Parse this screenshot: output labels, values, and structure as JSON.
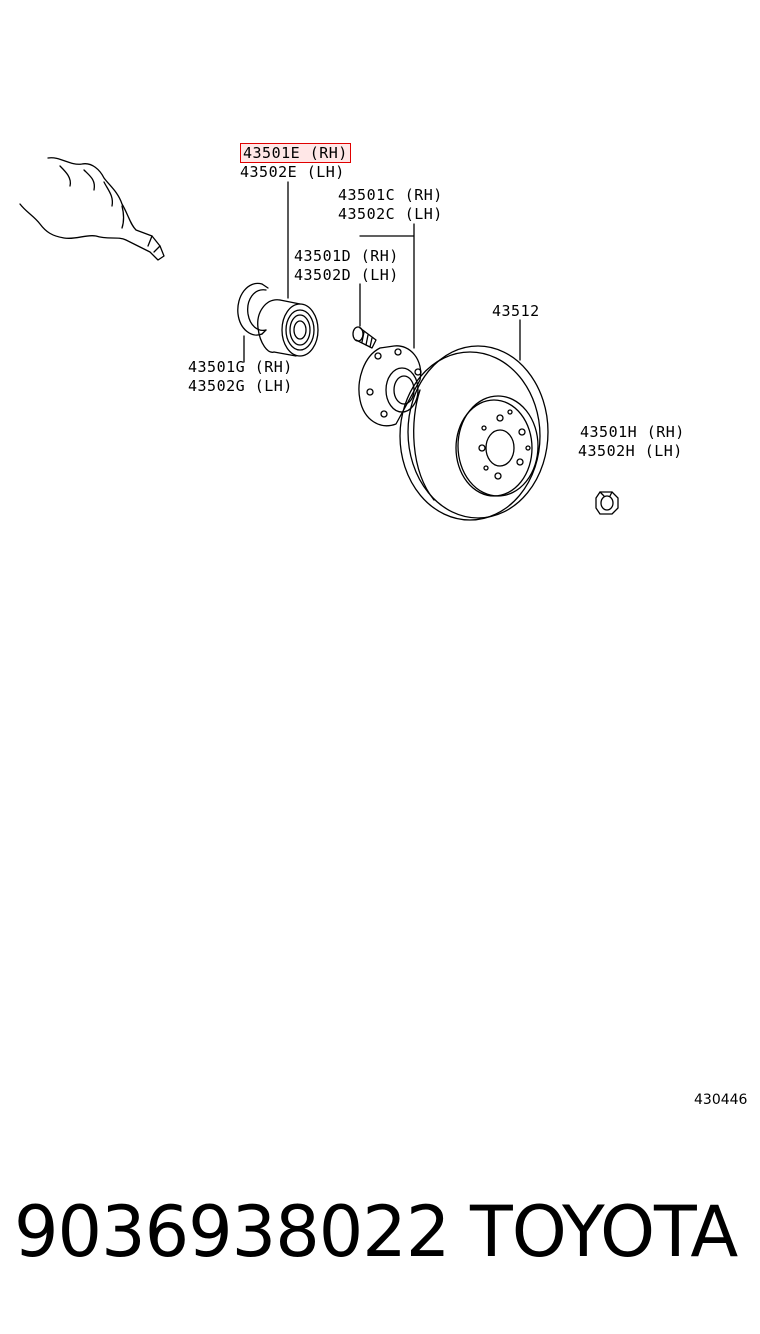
{
  "labels": {
    "p43501E": "43501E (RH)",
    "p43502E": "43502E (LH)",
    "p43501C": "43501C (RH)",
    "p43502C": "43502C (LH)",
    "p43501D": "43501D (RH)",
    "p43502D": "43502D (LH)",
    "p43512": "43512",
    "p43501G": "43501G (RH)",
    "p43502G": "43502G (LH)",
    "p43501H": "43501H (RH)",
    "p43502H": "43502H (LH)"
  },
  "diagram_code": "430446",
  "footer": {
    "part_number": "9036938022",
    "brand": "TOYOTA"
  },
  "highlight_color": "#e00000"
}
